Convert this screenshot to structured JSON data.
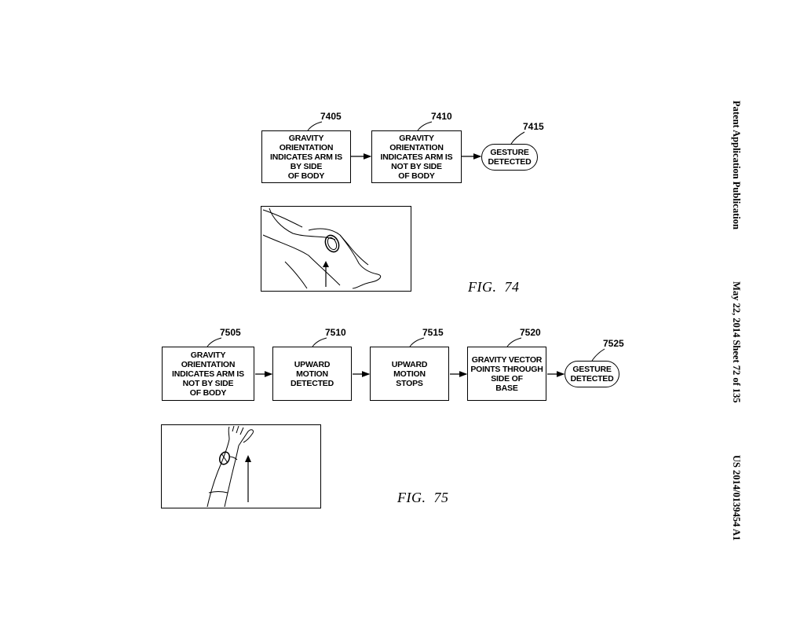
{
  "header": {
    "publication": "Patent Application Publication",
    "date_sheet": "May 22, 2014  Sheet 72 of 135",
    "number": "US 2014/0139454 A1"
  },
  "fig74": {
    "caption": "FIG.  74",
    "steps": [
      {
        "ref": "7405",
        "text": "GRAVITY ORIENTATION\nINDICATES ARM IS\nBY SIDE\nOF BODY"
      },
      {
        "ref": "7410",
        "text": "GRAVITY ORIENTATION\nINDICATES ARM IS\nNOT BY SIDE\nOF BODY"
      },
      {
        "ref": "7415",
        "text": "GESTURE\nDETECTED"
      }
    ]
  },
  "fig75": {
    "caption": "FIG.  75",
    "steps": [
      {
        "ref": "7505",
        "text": "GRAVITY ORIENTATION\nINDICATES ARM IS\nNOT BY SIDE\nOF BODY"
      },
      {
        "ref": "7510",
        "text": "UPWARD\nMOTION\nDETECTED"
      },
      {
        "ref": "7515",
        "text": "UPWARD\nMOTION\nSTOPS"
      },
      {
        "ref": "7520",
        "text": "GRAVITY VECTOR\nPOINTS THROUGH\nSIDE OF\nBASE"
      },
      {
        "ref": "7525",
        "text": "GESTURE\nDETECTED"
      }
    ]
  }
}
